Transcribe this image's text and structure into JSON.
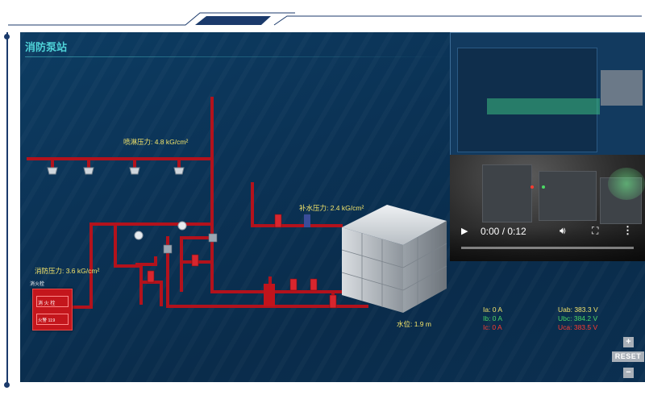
{
  "station": {
    "title": "消防泵站"
  },
  "labels": {
    "spray_pressure": "喷淋压力: 4.8 kG/cm²",
    "makeup_pressure": "补水压力: 2.4 kG/cm²",
    "fire_pressure": "消防压力: 3.6 kG/cm²",
    "water_level": "水位: 1.9 m"
  },
  "alarm_box": {
    "header": "消火栓",
    "line1": "消 火 栓",
    "line2": "火警 119"
  },
  "video": {
    "time": "0:00 / 0:12",
    "progress": 0.0
  },
  "electrical": {
    "currents": [
      {
        "label": "Ia: 0 A",
        "color": "#f2e36a"
      },
      {
        "label": "Ib: 0 A",
        "color": "#4cd964"
      },
      {
        "label": "Ic: 0 A",
        "color": "#ff3b30"
      }
    ],
    "voltages": [
      {
        "label": "Uab: 383.3 V",
        "color": "#f2e36a"
      },
      {
        "label": "Ubc: 384.2 V",
        "color": "#4cd964"
      },
      {
        "label": "Uca: 383.5 V",
        "color": "#ff3b30"
      }
    ]
  },
  "zoom": {
    "plus": "+",
    "reset": "RESET",
    "minus": "−"
  },
  "colors": {
    "pipe": "#b3121c",
    "accent": "#4fd3d8",
    "label": "#f2e36a"
  }
}
